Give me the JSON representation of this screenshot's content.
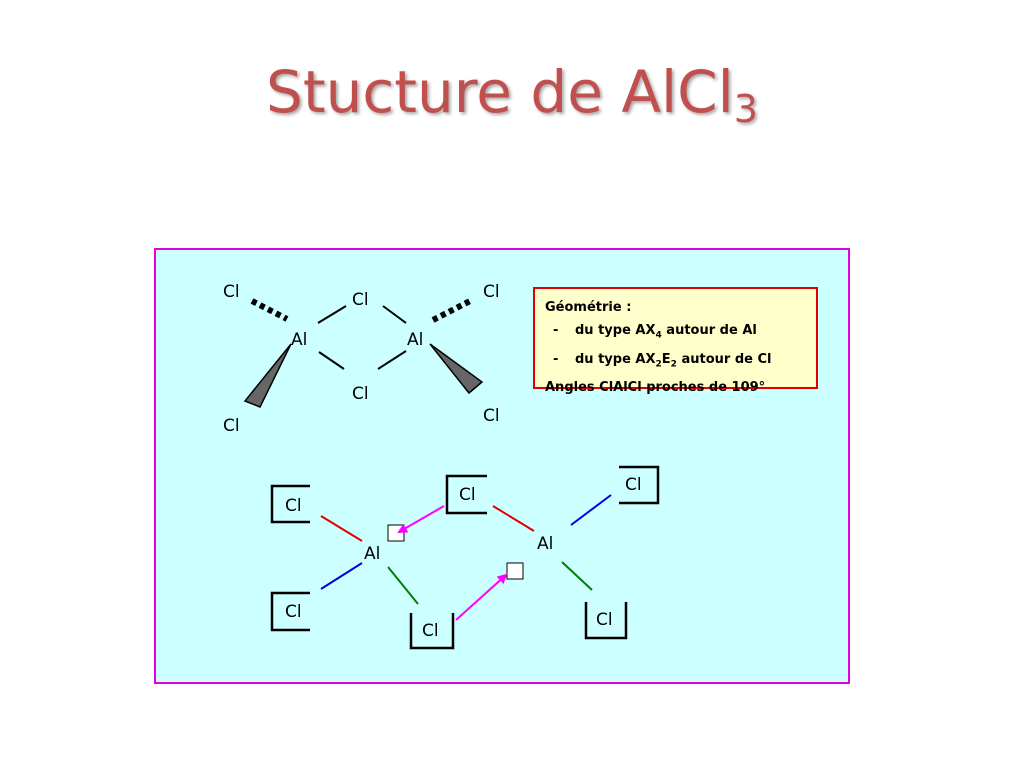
{
  "title": {
    "text": "Stucture de AlCl",
    "subscript": "3"
  },
  "atoms": {
    "cl": "Cl",
    "al": "Al"
  },
  "info": {
    "heading": "Géométrie :",
    "bullet": "-",
    "line1_prefix": "du type AX",
    "line1_sub": "4",
    "line1_suffix": " autour de Al",
    "line2_prefix": "du type AX",
    "line2_sub1": "2",
    "line2_mid": "E",
    "line2_sub2": "2",
    "line2_suffix": " autour de Cl",
    "line3": "Angles ClAlCl proches de 109°"
  },
  "colors": {
    "title": "#c0504d",
    "frame_border": "#e000e0",
    "frame_fill": "#ccffff",
    "box_border": "#e00000",
    "box_fill": "#ffffcc",
    "bond_red": "#e00000",
    "bond_blue": "#0000e0",
    "bond_green": "#008000",
    "arrow_magenta": "#ff00ff"
  }
}
